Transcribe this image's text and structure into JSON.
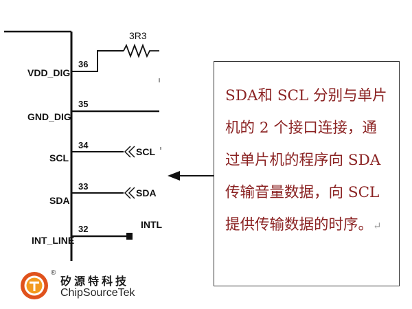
{
  "schematic": {
    "resistor_label": "3R3",
    "pins": [
      {
        "name": "VDD_DIG",
        "number": "36"
      },
      {
        "name": "GND_DIG",
        "number": "35"
      },
      {
        "name": "SCL",
        "number": "34"
      },
      {
        "name": "SDA",
        "number": "33"
      },
      {
        "name": "INT_LINE",
        "number": "32"
      }
    ],
    "nets": {
      "scl": "SCL",
      "sda": "SDA",
      "intl": "INTL"
    }
  },
  "note": {
    "text": "SDA和 SCL 分别与单片机的 2 个接口连接，通过单片机的程序向 SDA 传输音量数据，向 SCL 提供传输数据的时序。",
    "mark": "↵"
  },
  "logo": {
    "cn": "矽源特科技",
    "en": "ChipSourceTek",
    "reg": "®"
  },
  "colors": {
    "note_text": "#8b2323",
    "logo_orange": "#f39a1e",
    "logo_red": "#e0521c"
  }
}
